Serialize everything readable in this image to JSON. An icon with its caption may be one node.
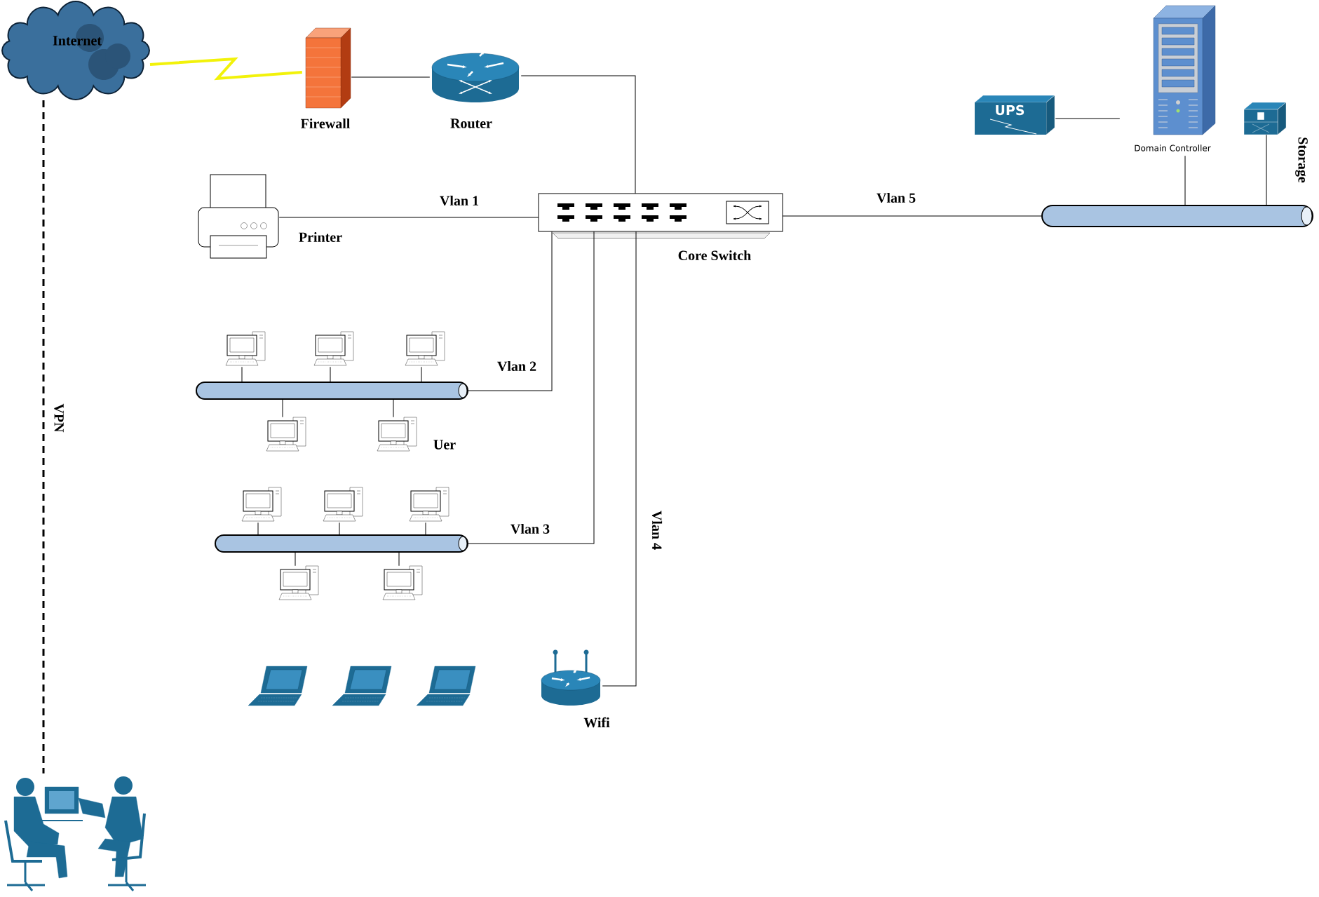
{
  "diagram": {
    "nodes": [
      {
        "text": [
          "Internet"
        ]
      },
      {
        "text": [
          "Firewall"
        ]
      },
      {
        "text": [
          "Router"
        ]
      },
      {
        "text": [
          "Domain Controller"
        ]
      },
      {
        "text": [
          "UPS"
        ]
      },
      {
        "text": [
          "Storage"
        ]
      },
      {
        "text": [
          "Printer"
        ]
      },
      {
        "text": [
          "Core Switch"
        ]
      },
      {
        "text": [],
        "shape": "bar"
      },
      {
        "text": [],
        "shape": "picture"
      },
      {
        "text": [],
        "shape": "picture"
      },
      {
        "text": [],
        "shape": "picture"
      },
      {
        "text": [],
        "shape": "bar"
      },
      {
        "text": [],
        "shape": "picture"
      },
      {
        "text": [],
        "shape": "picture"
      },
      {
        "text": [],
        "shape": "picture"
      },
      {
        "text": [],
        "shape": "picture"
      },
      {
        "text": [],
        "shape": "picture"
      },
      {
        "text": [],
        "shape": "bar"
      },
      {
        "text": [],
        "shape": "picture"
      },
      {
        "text": [],
        "shape": "picture"
      },
      {
        "text": [],
        "shape": "picture"
      },
      {
        "text": [],
        "shape": "picture"
      },
      {
        "text": [],
        "shape": "picture"
      },
      {
        "text": [
          "Wifi"
        ]
      },
      {
        "text": [],
        "shape": "picture"
      }
    ],
    "edges": [
      {
        "from": 0,
        "to": 1,
        "arrow": "none",
        "style": "thick",
        "color": "#f2f20a"
      },
      {
        "from": 1,
        "to": 2,
        "arrow": "none"
      },
      {
        "from": 2,
        "to": 7,
        "arrow": "none"
      },
      {
        "from": 6,
        "to": 7,
        "arrow": "none",
        "label": "Vlan 1"
      },
      {
        "from": 7,
        "to": 8,
        "arrow": "none",
        "label": "Vlan 5"
      },
      {
        "from": 4,
        "to": 3,
        "arrow": "none"
      },
      {
        "from": 3,
        "to": 8,
        "arrow": "none"
      },
      {
        "from": 5,
        "to": 8,
        "arrow": "none"
      },
      {
        "from": 7,
        "to": 12,
        "arrow": "none",
        "label": "Vlan 2"
      },
      {
        "from": 7,
        "to": 18,
        "arrow": "none",
        "label": "Vlan 3"
      },
      {
        "from": 7,
        "to": 24,
        "arrow": "none",
        "label": "Vlan 4"
      },
      {
        "from": 0,
        "to": 25,
        "arrow": "none",
        "label": "VPN",
        "style": "dashed"
      },
      {
        "from": 9,
        "to": 12,
        "arrow": "none"
      },
      {
        "from": 10,
        "to": 12,
        "arrow": "none"
      },
      {
        "from": 11,
        "to": 12,
        "arrow": "none"
      },
      {
        "from": 12,
        "to": 13,
        "arrow": "none"
      },
      {
        "from": 12,
        "to": 14,
        "arrow": "none"
      },
      {
        "from": 15,
        "to": 18,
        "arrow": "none"
      },
      {
        "from": 16,
        "to": 18,
        "arrow": "none"
      },
      {
        "from": 17,
        "to": 18,
        "arrow": "none"
      },
      {
        "from": 18,
        "to": 19,
        "arrow": "none"
      },
      {
        "from": 18,
        "to": 20,
        "arrow": "none"
      }
    ],
    "labels": [
      "Uer"
    ]
  }
}
